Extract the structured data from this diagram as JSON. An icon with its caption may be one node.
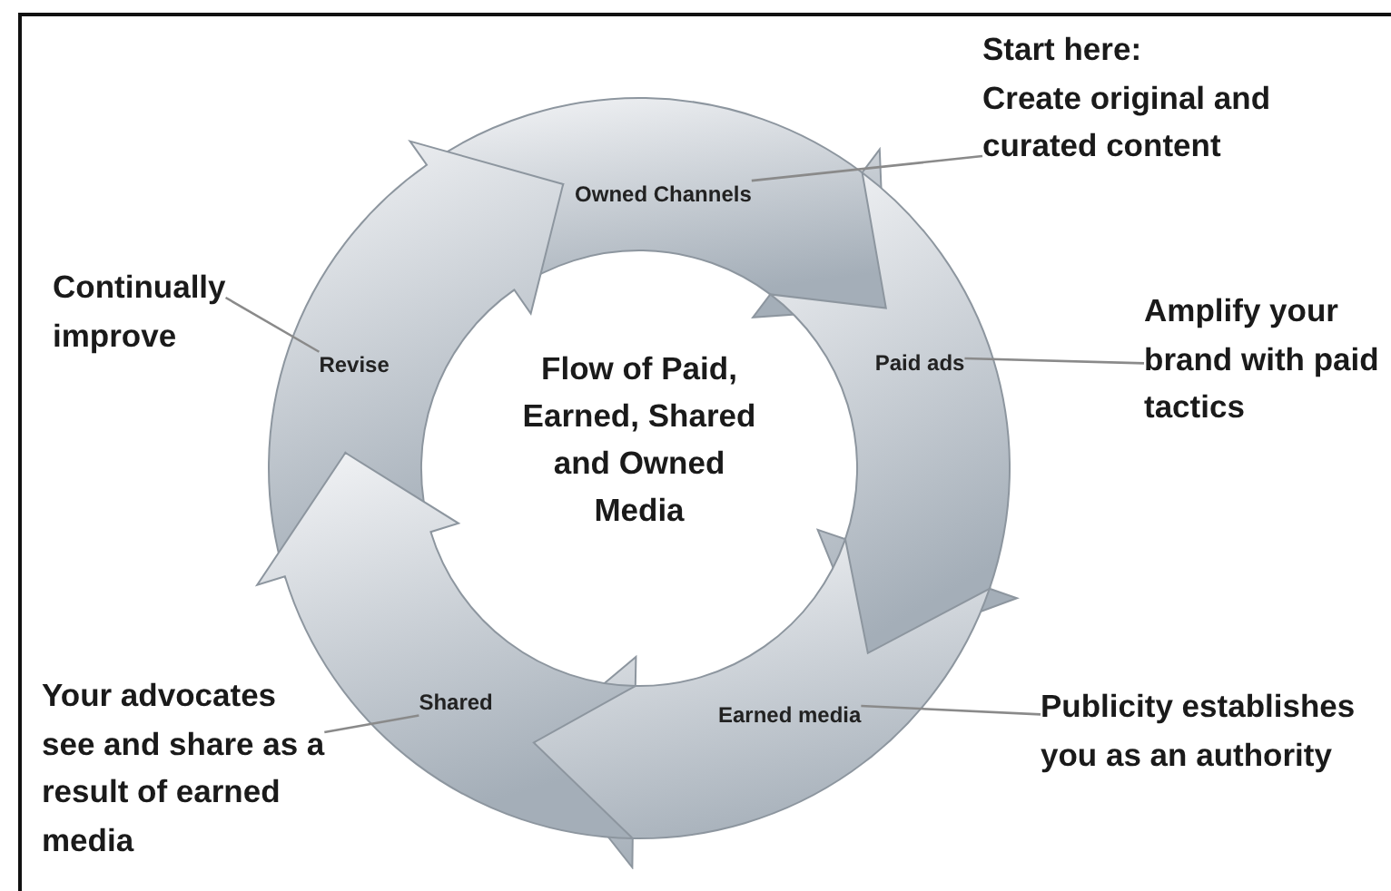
{
  "diagram": {
    "nodes": [
      {
        "text": [
          "Start here:",
          "Create original and curated content"
        ]
      },
      {
        "text": [
          "Owned Channels"
        ]
      },
      {
        "text": [
          "Continually improve"
        ]
      },
      {
        "text": [
          "Revise"
        ]
      },
      {
        "text": [
          "Paid ads"
        ]
      },
      {
        "text": [
          "Amplify your brand with paid tactics"
        ]
      },
      {
        "text": [
          "Your advocates see and share as a result of earned media"
        ]
      },
      {
        "text": [
          "Shared"
        ]
      },
      {
        "text": [
          "Earned media"
        ]
      },
      {
        "text": [
          "Publicity establishes you as an authority"
        ]
      }
    ],
    "edges": [
      {
        "from": 0,
        "to": 1,
        "arrow": "none"
      },
      {
        "from": 2,
        "to": 3,
        "arrow": "none"
      },
      {
        "from": 5,
        "to": 4,
        "arrow": "none"
      },
      {
        "from": 6,
        "to": 7,
        "arrow": "none"
      },
      {
        "from": 9,
        "to": 8,
        "arrow": "none"
      }
    ],
    "labels": [
      "Flow of Paid, Earned, Shared and Owned Media"
    ]
  }
}
